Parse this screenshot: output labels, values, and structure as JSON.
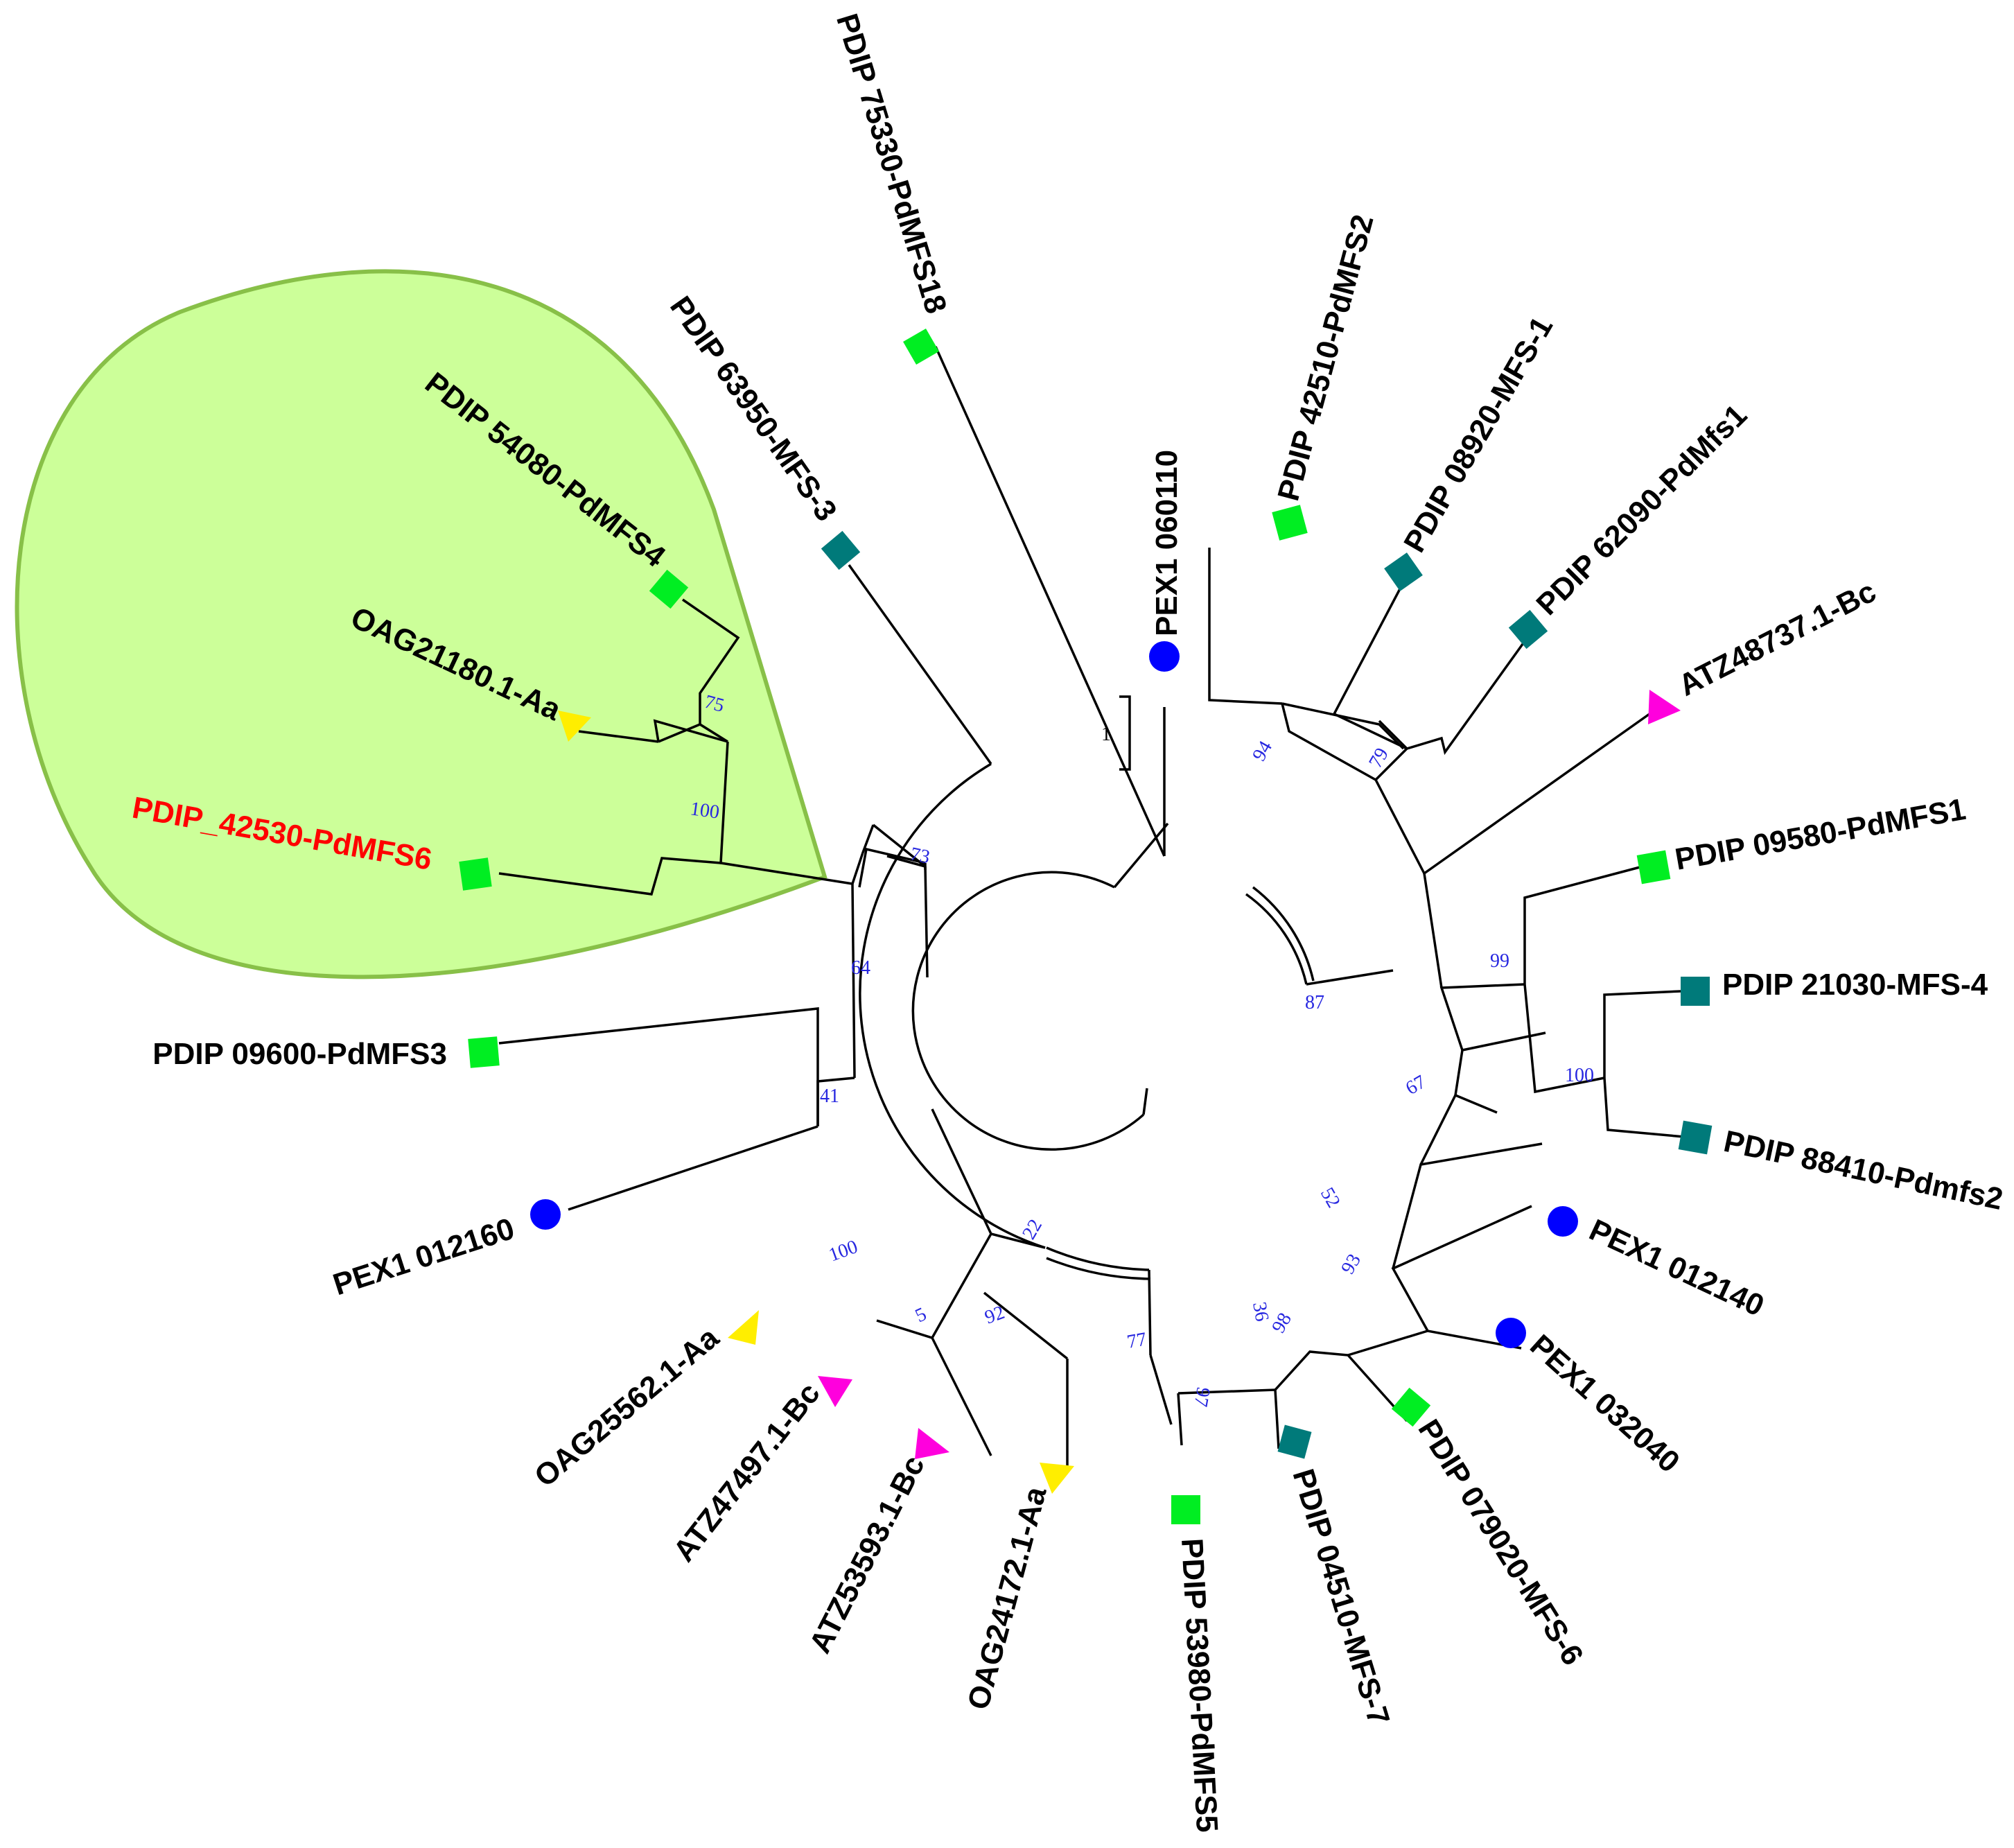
{
  "tree": {
    "highlight_color": "#ccff99",
    "highlight_border": "#88c048",
    "highlight_label_color": "#ff0000",
    "marker_colors": {
      "bright_green": "#00ee22",
      "teal": "#007a7a",
      "blue": "#0000ff",
      "yellow": "#ffee00",
      "magenta": "#ff00dd"
    },
    "leaves": [
      {
        "label": "PDIP 75330-PdMFS18",
        "marker": "square",
        "color": "#00ee22"
      },
      {
        "label": "PDIP 63950-MFS-3",
        "marker": "square",
        "color": "#007a7a"
      },
      {
        "label": "PDIP 54080-PdMFS4",
        "marker": "square",
        "color": "#00ee22"
      },
      {
        "label": "OAG21180.1-Aa",
        "marker": "triangle",
        "color": "#ffee00"
      },
      {
        "label": "PDIP_42530-PdMFS6",
        "marker": "square",
        "color": "#00ee22",
        "highlighted": true
      },
      {
        "label": "PDIP 09600-PdMFS3",
        "marker": "square",
        "color": "#00ee22"
      },
      {
        "label": "PEX1 012160",
        "marker": "circle",
        "color": "#0000ff"
      },
      {
        "label": "OAG25562.1-Aa",
        "marker": "triangle",
        "color": "#ffee00"
      },
      {
        "label": "ATZ47497.1-Bc",
        "marker": "triangle",
        "color": "#ff00dd"
      },
      {
        "label": "ATZ53593.1-Bc",
        "marker": "triangle",
        "color": "#ff00dd"
      },
      {
        "label": "OAG24172.1-Aa",
        "marker": "triangle",
        "color": "#ffee00"
      },
      {
        "label": "PDIP 53980-PdMFS5",
        "marker": "square",
        "color": "#00ee22"
      },
      {
        "label": "PDIP 04510-MFS-7",
        "marker": "square",
        "color": "#007a7a"
      },
      {
        "label": "PDIP 079020-MFS-6",
        "marker": "square",
        "color": "#00ee22"
      },
      {
        "label": "PEX1 032040",
        "marker": "circle",
        "color": "#0000ff"
      },
      {
        "label": "PEX1 012140",
        "marker": "circle",
        "color": "#0000ff"
      },
      {
        "label": "PDIP 88410-Pdmfs2",
        "marker": "square",
        "color": "#007a7a"
      },
      {
        "label": "PDIP 21030-MFS-4",
        "marker": "square",
        "color": "#007a7a"
      },
      {
        "label": "PDIP 09580-PdMFS1",
        "marker": "square",
        "color": "#00ee22"
      },
      {
        "label": "ATZ48737.1-Bc",
        "marker": "triangle",
        "color": "#ff00dd"
      },
      {
        "label": "PDIP 62090-PdMfs1",
        "marker": "square",
        "color": "#007a7a"
      },
      {
        "label": "PDIP 08920-MFS-1",
        "marker": "square",
        "color": "#007a7a"
      },
      {
        "label": "PDIP 42510-PdMFS2",
        "marker": "square",
        "color": "#00ee22"
      },
      {
        "label": "PEX1 060110",
        "marker": "circle",
        "color": "#0000ff"
      }
    ],
    "bootstrap": [
      "75",
      "100",
      "73",
      "64",
      "41",
      "100",
      "5",
      "92",
      "77",
      "97",
      "36",
      "98",
      "93",
      "52",
      "67",
      "87",
      "99",
      "100",
      "94",
      "79",
      "22"
    ],
    "scale_bar": "1"
  }
}
